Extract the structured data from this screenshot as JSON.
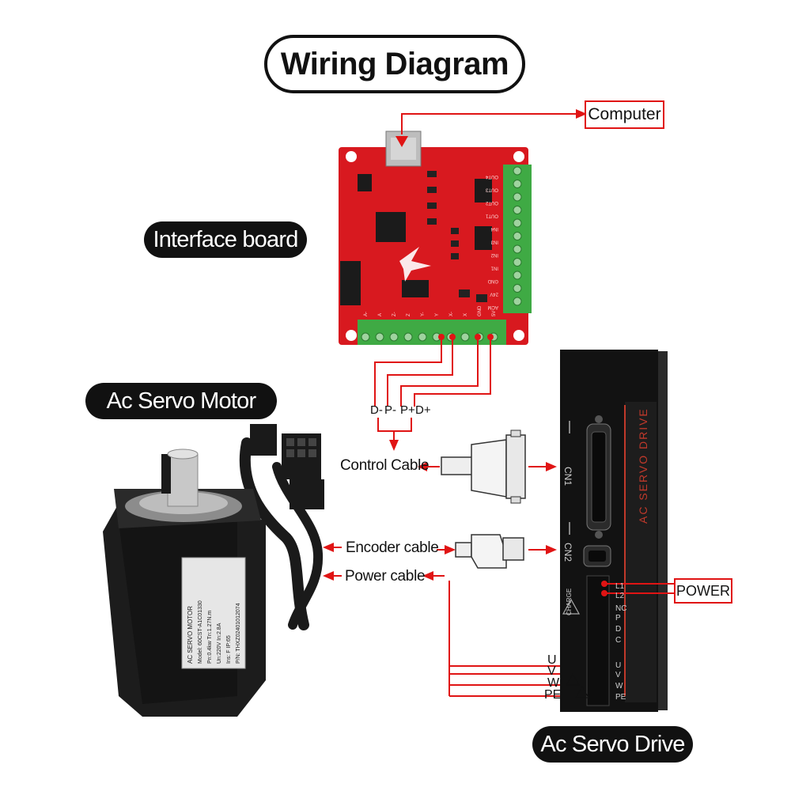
{
  "title": "Wiring Diagram",
  "labels": {
    "computer": "Computer",
    "interface_board": "Interface board",
    "ac_servo_motor": "Ac Servo Motor",
    "ac_servo_drive": "Ac Servo Drive",
    "power": "POWER",
    "control_cable": "Control Cable",
    "encoder_cable": "Encoder cable",
    "power_cable": "Power cable"
  },
  "control_pins": [
    "D-",
    "P-",
    "P+",
    "D+"
  ],
  "motor_pins": [
    "U",
    "V",
    "W",
    "PE"
  ],
  "drive": {
    "brand_text": "AC SERVO DRIVE",
    "cn1": "CN1",
    "cn2": "CN2",
    "charge": "CHARGE",
    "terminals": [
      "L1",
      "L2",
      "NC",
      "P",
      "D",
      "C",
      "U",
      "V",
      "W",
      "PE"
    ]
  },
  "motor_nameplate": [
    "AC SERVO MOTOR",
    "Model: 60CST-A1C01330",
    "Pn:0.4kw   Tn:1.27N.m",
    "Un:220V    In:2.8A",
    "Ins: F     IP:65",
    "P/N: THXZ02401012074"
  ],
  "board_terminals_right": [
    "OUT4",
    "OUT3",
    "OUT2",
    "OUT1",
    "IN4",
    "IN3",
    "IN2",
    "IN1",
    "GND",
    "24V",
    "ACM"
  ],
  "board_terminals_bottom": [
    "A-",
    "A",
    "Z-",
    "Z",
    "Y-",
    "Y",
    "X-",
    "X",
    "GND",
    "5V"
  ],
  "colors": {
    "wire_red": "#e01414",
    "board_red": "#d8191f",
    "terminal_green": "#3faa44",
    "drive_black": "#121212",
    "drive_accent": "#c0392b"
  }
}
